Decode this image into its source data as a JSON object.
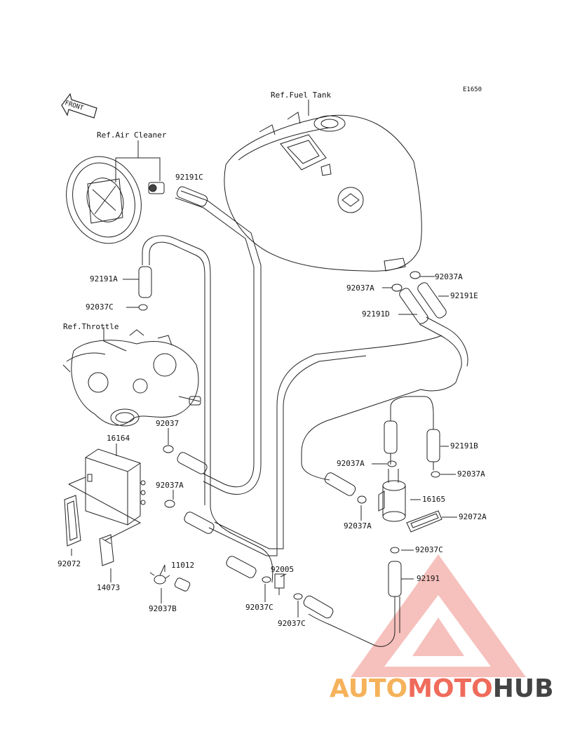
{
  "diagram_code": "E1650",
  "front_label": "FRONT",
  "refs": {
    "fuel_tank": "Ref.Fuel Tank",
    "air_cleaner": "Ref.Air Cleaner",
    "throttle": "Ref.Throttle"
  },
  "parts": {
    "p92191C": "92191C",
    "p92191A": "92191A",
    "p92037C_top": "92037C",
    "p92037A_r1": "92037A",
    "p92037A_r2": "92037A",
    "p92191E": "92191E",
    "p92191D": "92191D",
    "p92037": "92037",
    "p16164": "16164",
    "p92037A_l": "92037A",
    "p92191B": "92191B",
    "p92037A_m1": "92037A",
    "p92037A_m2": "92037A",
    "p16165": "16165",
    "p92037A_m3": "92037A",
    "p92072A": "92072A",
    "p92037C_r": "92037C",
    "p92191": "92191",
    "p92072": "92072",
    "p14073": "14073",
    "p11012": "11012",
    "p92037B": "92037B",
    "p92005": "92005",
    "p92037C_b1": "92037C",
    "p92037C_b2": "92037C"
  },
  "watermark": {
    "part1": "AUTO",
    "part2": "MOTO",
    "part3": "HUB",
    "colors": {
      "auto": "#f5b25a",
      "moto": "#ef6b5b",
      "hub": "#444444"
    }
  }
}
